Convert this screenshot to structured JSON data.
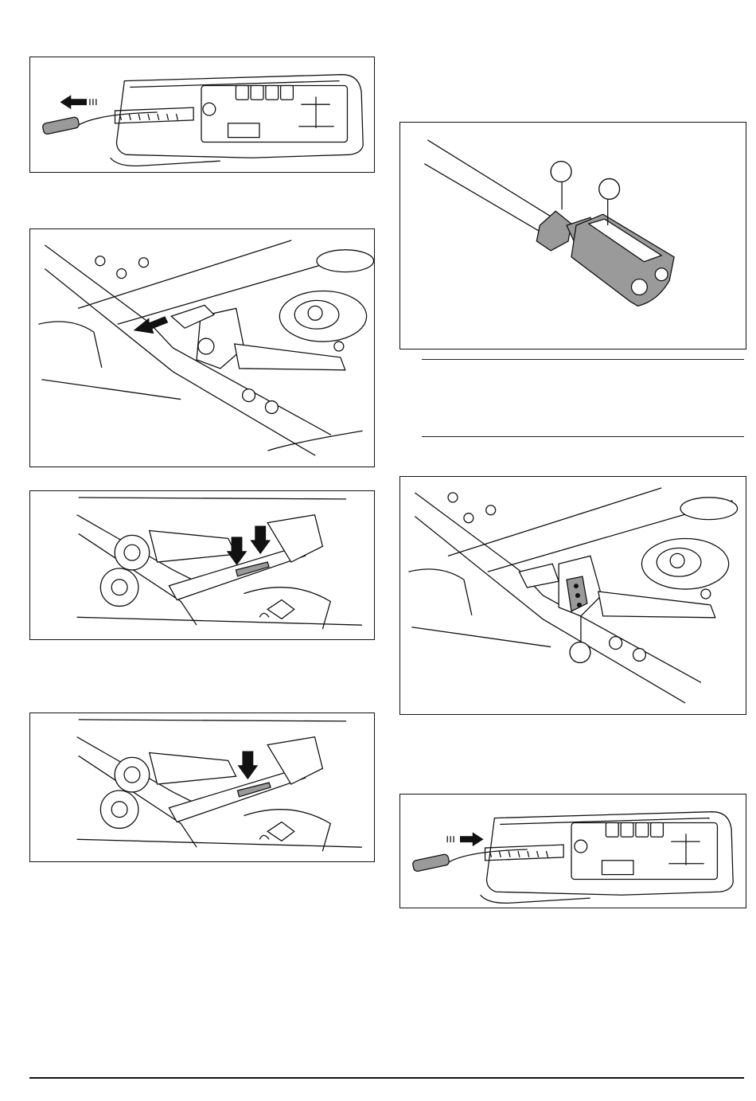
{
  "page": {
    "figures": [
      {
        "id": "fig-cutting-height-lever-pull",
        "arrow": "left"
      },
      {
        "id": "fig-deck-linkage-release"
      },
      {
        "id": "fig-deck-rods-two-arrows"
      },
      {
        "id": "fig-deck-rod-one-arrow"
      },
      {
        "id": "fig-rod-and-clevis",
        "callouts": 2
      },
      {
        "id": "fig-linkage-adjust-plate",
        "callouts": 1
      },
      {
        "id": "fig-cutting-height-lever-push",
        "arrow": "right"
      }
    ],
    "colors": {
      "ink": "#111111",
      "shade": "#9a9a9a",
      "light": "#c8c8c8"
    }
  }
}
